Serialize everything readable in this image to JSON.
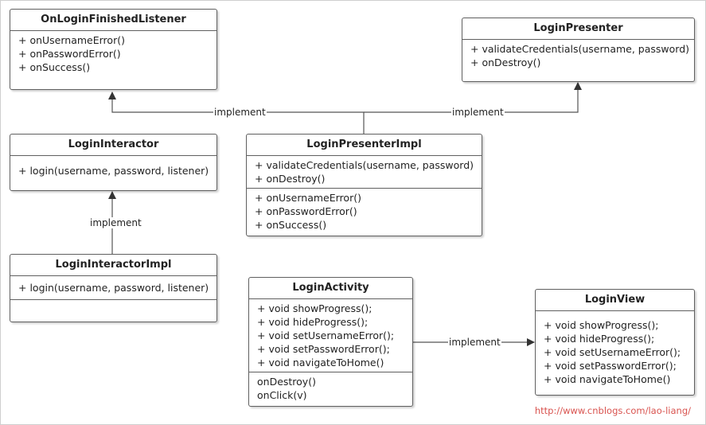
{
  "classes": {
    "on_login_finished_listener": {
      "name": "OnLoginFinishedListener",
      "methods": [
        "+ onUsernameError()",
        "+ onPasswordError()",
        "+ onSuccess()"
      ]
    },
    "login_presenter": {
      "name": "LoginPresenter",
      "methods": [
        "+ validateCredentials(username, password)",
        "+ onDestroy()"
      ]
    },
    "login_interactor": {
      "name": "LoginInteractor",
      "methods": [
        "+ login(username, password, listener)"
      ]
    },
    "login_presenter_impl": {
      "name": "LoginPresenterImpl",
      "methods_a": [
        "+ validateCredentials(username, password)",
        "+ onDestroy()"
      ],
      "methods_b": [
        "+ onUsernameError()",
        "+ onPasswordError()",
        "+ onSuccess()"
      ]
    },
    "login_interactor_impl": {
      "name": "LoginInteractorImpl",
      "methods": [
        "+ login(username, password, listener)"
      ]
    },
    "login_activity": {
      "name": "LoginActivity",
      "methods_a": [
        "+ void showProgress();",
        "+ void hideProgress();",
        "+ void setUsernameError();",
        "+ void setPasswordError();",
        "+ void navigateToHome()"
      ],
      "methods_b": [
        "onDestroy()",
        "onClick(v)"
      ]
    },
    "login_view": {
      "name": "LoginView",
      "methods": [
        "+ void showProgress();",
        "+ void hideProgress();",
        "+ void setUsernameError();",
        "+ void setPasswordError();",
        "+ void navigateToHome()"
      ]
    }
  },
  "relations": {
    "presenter_impl_to_listener": "implement",
    "presenter_impl_to_presenter": "implement",
    "interactor_impl_to_interactor": "implement",
    "activity_to_view": "implement"
  },
  "watermark": "http://www.cnblogs.com/lao-liang/",
  "colors": {
    "border": "#5f5f5f",
    "line": "#555555",
    "watermark": "#d9534f"
  }
}
